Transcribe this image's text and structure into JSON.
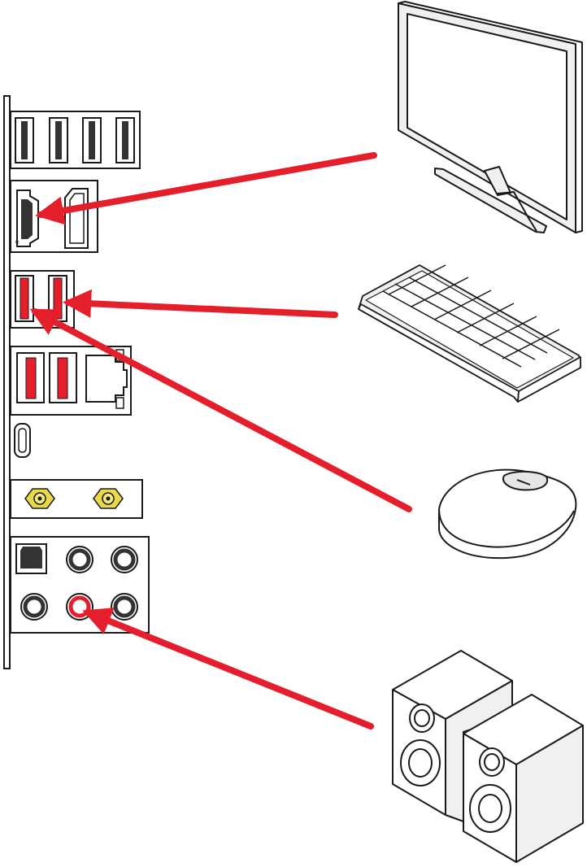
{
  "diagram": {
    "port_panel": {
      "hdmi_mark": "≋",
      "ports": {
        "usb_top": {
          "count": 4
        },
        "video": [
          "hdmi-port",
          "displayport-port"
        ],
        "usb_red_upper": {
          "count": 2
        },
        "usb_red_lower": {
          "count": 2
        },
        "lan": "lan-port",
        "usb_c": "usb-c-port",
        "wifi_antenna": {
          "count": 2
        },
        "audio": [
          "optical-out-port",
          "audio-jack",
          "audio-jack",
          "audio-jack",
          "line-out-jack",
          "audio-jack"
        ]
      }
    },
    "devices": [
      "monitor-icon",
      "keyboard-icon",
      "mouse-icon",
      "speakers-icon"
    ],
    "connections": [
      {
        "from": "monitor",
        "to": "hdmi-port"
      },
      {
        "from": "keyboard",
        "to": "usb-port"
      },
      {
        "from": "mouse",
        "to": "usb-port"
      },
      {
        "from": "speakers",
        "to": "line-out-jack"
      }
    ],
    "colors": {
      "arrow": "#e41e2b",
      "usb_red": "#e41e2b",
      "line": "#1a1a1a",
      "port_dark": "#333333",
      "antenna_gold": "#e8d84a",
      "device_fill": "#f0f0f0"
    }
  }
}
